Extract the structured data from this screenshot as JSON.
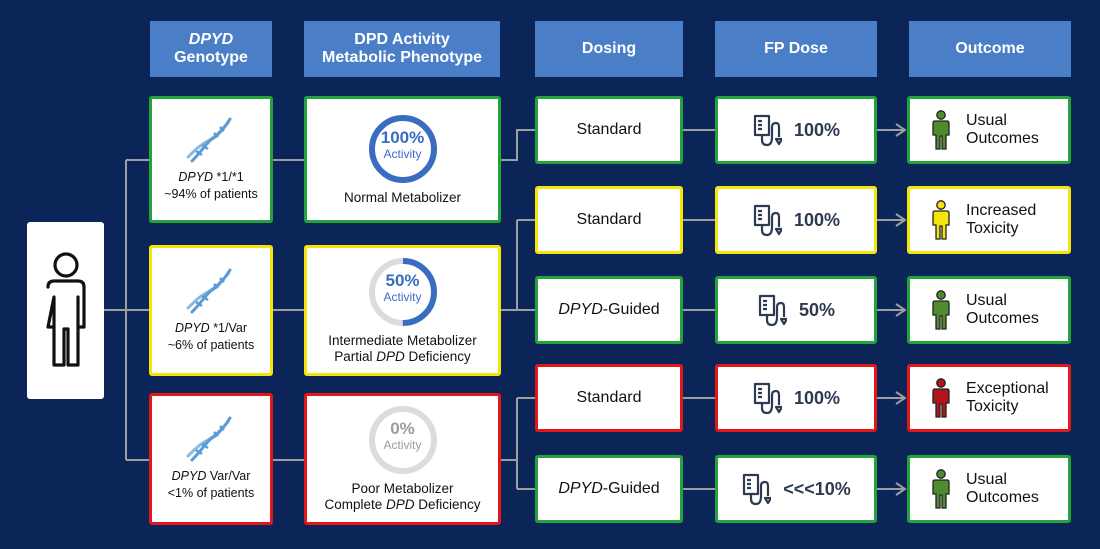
{
  "headers": {
    "genotype_italic": "DPYD",
    "genotype": "Genotype",
    "phenotype_line1": "DPD Activity",
    "phenotype_line2": "Metabolic Phenotype",
    "dosing": "Dosing",
    "fp_dose": "FP Dose",
    "outcome": "Outcome"
  },
  "genotypes": [
    {
      "gene": "DPYD",
      "allele": " *1/*1",
      "freq": "~94% of patients",
      "color": "#22a43a"
    },
    {
      "gene": "DPYD",
      "allele": " *1/Var",
      "freq": "~6% of patients",
      "color": "#f4e409"
    },
    {
      "gene": "DPYD",
      "allele": " Var/Var",
      "freq": "<1% of patients",
      "color": "#e3161a"
    }
  ],
  "phenotypes": [
    {
      "pct": "100%",
      "activity_label": "Activity",
      "activity_fraction": 1.0,
      "line1": "Normal Metabolizer",
      "line2_pre": "",
      "line2_italic": "",
      "line2_post": "",
      "text_color": "#3a6dc2"
    },
    {
      "pct": "50%",
      "activity_label": "Activity",
      "activity_fraction": 0.5,
      "line1": "Intermediate Metabolizer",
      "line2_pre": "Partial ",
      "line2_italic": "DPD",
      "line2_post": " Deficiency",
      "text_color": "#3a6dc2"
    },
    {
      "pct": "0%",
      "activity_label": "Activity",
      "activity_fraction": 0.0,
      "line1": "Poor Metabolizer",
      "line2_pre": "Complete ",
      "line2_italic": "DPD",
      "line2_post": " Deficiency",
      "text_color": "#9c9c9c"
    }
  ],
  "dosing": [
    {
      "italic": "",
      "label": "Standard",
      "color": "green"
    },
    {
      "italic": "",
      "label": "Standard",
      "color": "yellow"
    },
    {
      "italic": "DPYD",
      "label": "-Guided",
      "color": "green"
    },
    {
      "italic": "",
      "label": "Standard",
      "color": "red"
    },
    {
      "italic": "DPYD",
      "label": "-Guided",
      "color": "green"
    }
  ],
  "fp_dose": [
    {
      "value": "100%",
      "color": "green"
    },
    {
      "value": "100%",
      "color": "yellow"
    },
    {
      "value": "50%",
      "color": "green"
    },
    {
      "value": "100%",
      "color": "red"
    },
    {
      "value": "<<<10%",
      "color": "green"
    }
  ],
  "outcomes": [
    {
      "line1": "Usual",
      "line2": "Outcomes",
      "color": "green",
      "person_color": "#4f8c2e"
    },
    {
      "line1": "Increased",
      "line2": "Toxicity",
      "color": "yellow",
      "person_color": "#f4e409"
    },
    {
      "line1": "Usual",
      "line2": "Outcomes",
      "color": "green",
      "person_color": "#4f8c2e"
    },
    {
      "line1": "Exceptional",
      "line2": "Toxicity",
      "color": "red",
      "person_color": "#b3161a"
    },
    {
      "line1": "Usual",
      "line2": "Outcomes",
      "color": "green",
      "person_color": "#4f8c2e"
    }
  ],
  "icons": {
    "patient": "person-outline-icon",
    "dna": "dna-icon",
    "iv_bag": "iv-bag-icon",
    "outcome_person": "person-icon"
  }
}
